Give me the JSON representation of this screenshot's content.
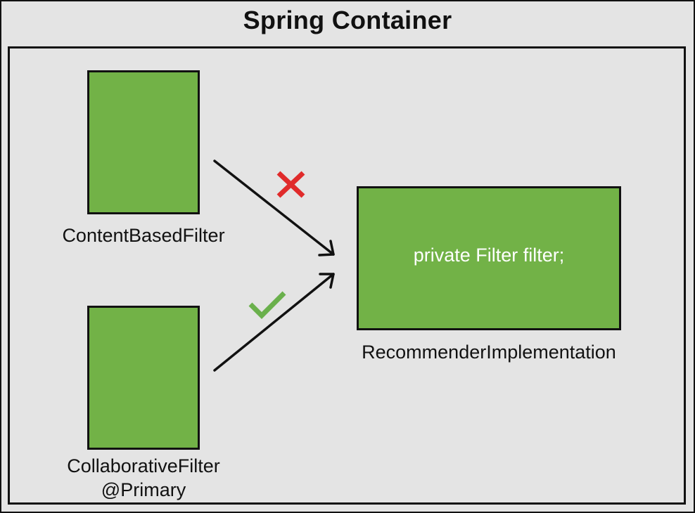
{
  "title": "Spring Container",
  "beans": {
    "content_based": {
      "label": "ContentBasedFilter"
    },
    "collaborative": {
      "label": "CollaborativeFilter",
      "annotation": "@Primary"
    },
    "recommender": {
      "label": "RecommenderImplementation",
      "field": "private Filter filter;"
    }
  },
  "colors": {
    "bean_fill": "#72b247",
    "background": "#e4e4e4",
    "reject_mark": "#e02b2b",
    "accept_mark": "#6ab04c"
  },
  "marks": {
    "content_based_to_recommender": "cross-icon",
    "collaborative_to_recommender": "check-icon"
  }
}
